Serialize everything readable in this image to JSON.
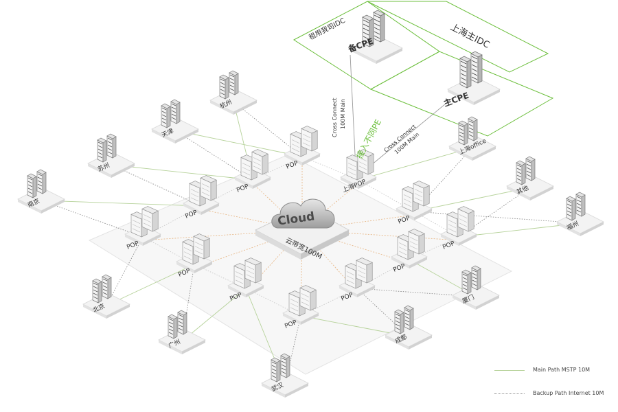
{
  "cloud": {
    "title": "Cloud",
    "subtitle": "云带宽100M"
  },
  "idc": {
    "rental_box_label": "租用我司IDC",
    "main_idc_label": "上海主IDC",
    "backup_cpe_label": "备CPE",
    "main_cpe_label": "主CPE"
  },
  "cross_connect": {
    "left": [
      "Cross Connect",
      "100M Main"
    ],
    "right": [
      "Cross Connect",
      "100M Main"
    ],
    "note": "接入不同PE"
  },
  "pops": {
    "shanghai_pop": "上海POP",
    "generic": "POP"
  },
  "sites": {
    "hangzhou": "杭州",
    "tianjin": "天津",
    "suzhou": "苏州",
    "nanjing": "南京",
    "beijing": "北京",
    "guangzhou": "广州",
    "wuhan": "武汉",
    "chengdu": "成都",
    "xiamen": "厦门",
    "fuzhou": "福州",
    "other": "其他",
    "shanghai_office": "上海office"
  },
  "legend": {
    "main_path": "Main Path MSTP 10M",
    "backup_path": "Backup Path Internet 10M"
  },
  "colors": {
    "main_path": "#b6d29a",
    "backup_path": "#8a8a8a",
    "cloud_link": "#e8b98a",
    "idc_border": "#6cbf3c",
    "note_green": "#6cbf3c"
  }
}
